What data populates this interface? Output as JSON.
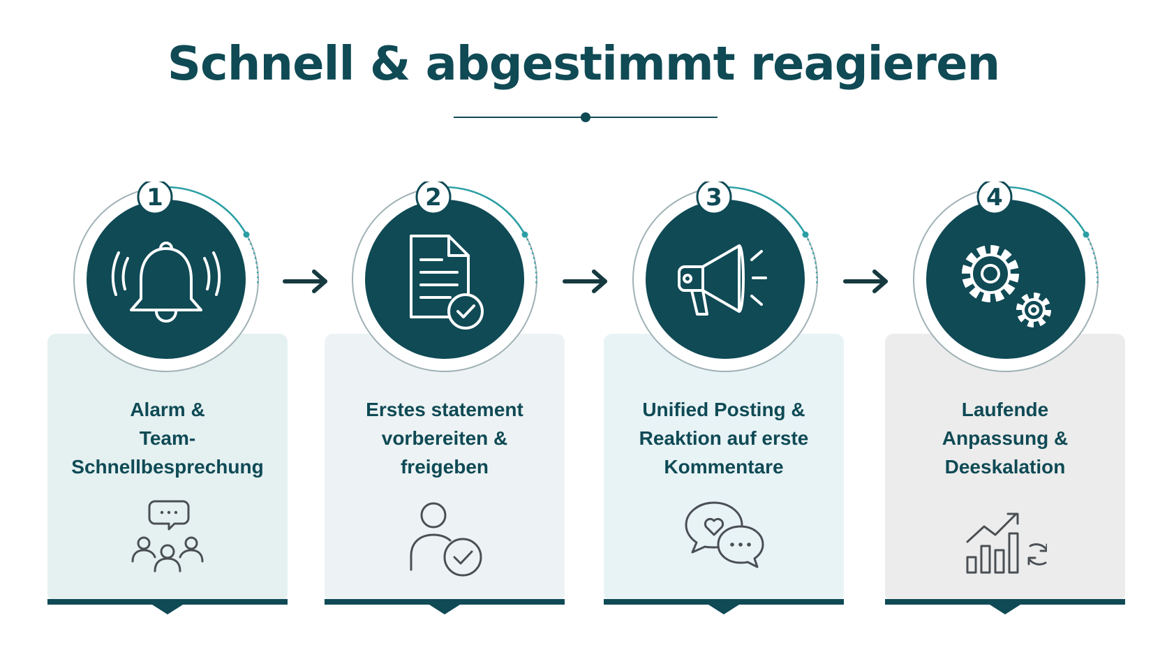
{
  "title": "Schnell & abgestimmt reagieren",
  "colors": {
    "primary": "#0f4a55",
    "accent": "#2a9fa3",
    "card_bg_1": "#e5f0f1",
    "card_bg_2": "#edf3f4",
    "card_bg_3": "#e8f3f6",
    "card_bg_4": "#ececec"
  },
  "steps": [
    {
      "number": "1",
      "label": "Alarm &\nTeam-\nSchnellbesprechung",
      "main_icon": "bell-icon",
      "sub_icon": "team-chat-icon"
    },
    {
      "number": "2",
      "label": "Erstes statement\nvorbereiten &\nfreigeben",
      "main_icon": "document-check-icon",
      "sub_icon": "user-approve-icon"
    },
    {
      "number": "3",
      "label": "Unified Posting &\nReaktion auf erste\nKommentare",
      "main_icon": "megaphone-icon",
      "sub_icon": "chat-bubbles-icon"
    },
    {
      "number": "4",
      "label": "Laufende\nAnpassung &\nDeeskalation",
      "main_icon": "gears-icon",
      "sub_icon": "growth-chart-icon"
    }
  ]
}
